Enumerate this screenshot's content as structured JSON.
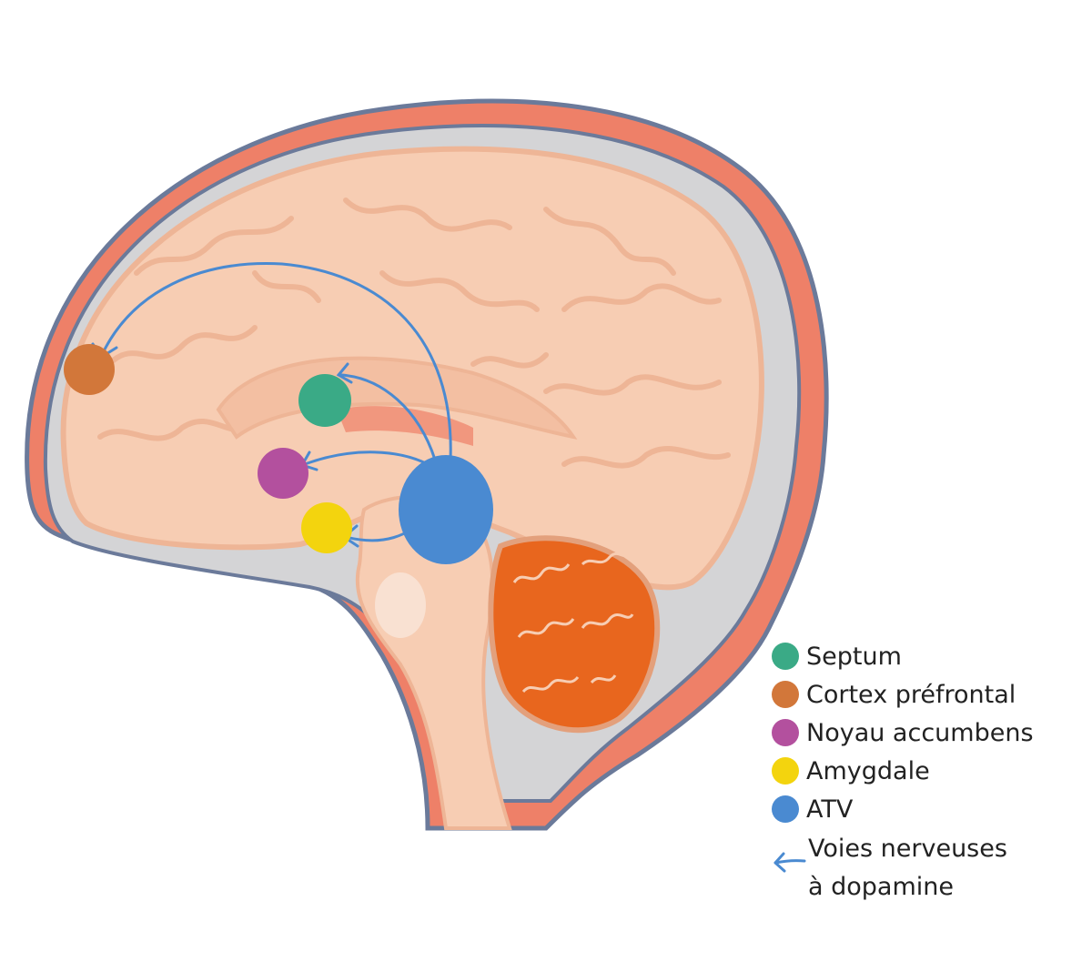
{
  "legend": {
    "items": [
      {
        "label": "Septum",
        "color": "#3aaa86"
      },
      {
        "label": "Cortex préfrontal",
        "color": "#d2773a"
      },
      {
        "label": "Noyau accumbens",
        "color": "#b3509e"
      },
      {
        "label": "Amygdale",
        "color": "#f3d40e"
      },
      {
        "label": "ATV",
        "color": "#4a8ad1"
      }
    ],
    "pathway_line1": "Voies nerveuses",
    "pathway_line2": "à dopamine",
    "pathway_icon": "left-arrow-icon",
    "pathway_color": "#4a8ad1"
  },
  "colors": {
    "skull_outline": "#6b7a9a",
    "meninges": "#ee8068",
    "csf": "#d4d4d6",
    "brain": "#f7cdb3",
    "brain_folds": "#eeb596",
    "cerebellum": "#e8661e",
    "arrows": "#4a8ad1"
  }
}
